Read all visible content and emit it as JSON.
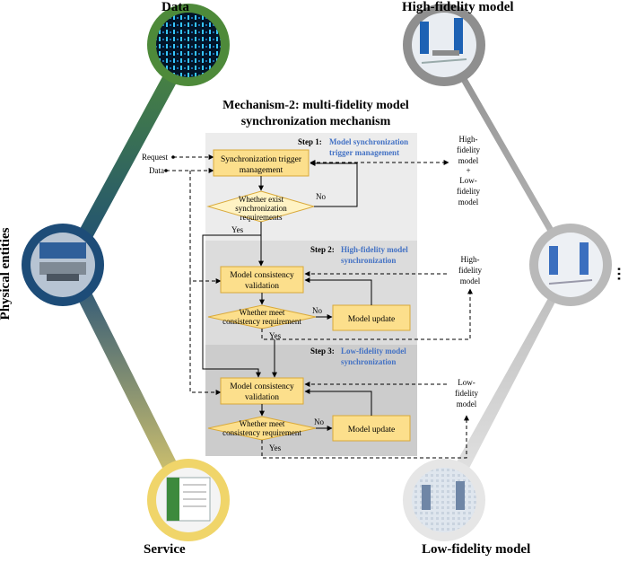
{
  "corners": {
    "data": "Data",
    "high_fidelity": "High-fidelity model",
    "physical": "Physical entities",
    "service": "Service",
    "low_fidelity": "Low-fidelity model",
    "ellipsis": "⋯"
  },
  "mechanism": {
    "title_line1": "Mechanism-2: multi-fidelity model",
    "title_line2": "synchronization mechanism"
  },
  "steps": {
    "step1_prefix": "Step 1:",
    "step1_line1": "Model synchronization",
    "step1_line2": "trigger management",
    "step2_prefix": "Step 2:",
    "step2_line1": "High-fidelity model",
    "step2_line2": "synchronization",
    "step3_prefix": "Step 3:",
    "step3_line1": "Low-fidelity model",
    "step3_line2": "synchronization"
  },
  "inputs": {
    "request": "Request",
    "data": "Data"
  },
  "boxes": {
    "sync_trigger_line1": "Synchronization trigger",
    "sync_trigger_line2": "management",
    "exist_line1": "Whether exist",
    "exist_line2": "synchronization",
    "exist_line3": "requirements",
    "consistency_line1": "Model consistency",
    "consistency_line2": "validation",
    "meet_line1": "Whether meet",
    "meet_line2": "consistency requirement",
    "model_update": "Model update"
  },
  "decisions": {
    "yes": "Yes",
    "no": "No"
  },
  "right_labels": {
    "both": [
      "High-",
      "fidelity",
      "model",
      "+",
      "Low-",
      "fidelity",
      "model"
    ],
    "high": [
      "High-",
      "fidelity",
      "model"
    ],
    "low": [
      "Low-",
      "fidelity",
      "model"
    ]
  },
  "colors": {
    "data_ring": "#4e8a3a",
    "high_ring": "#8f8f8f",
    "physical_ring": "#1d4c78",
    "service_ring": "#f0d56a",
    "low_ring": "#e6e6e6",
    "right_ring": "#b9b9b9",
    "box_fill": "#fcdf8c",
    "box_stroke": "#d9a93a",
    "step_text": "#4472c4",
    "panel1": "#ececec",
    "panel2": "#dcdcdc",
    "panel3": "#cccccc"
  },
  "icons": {
    "data": "binary-matrix-icon",
    "high": "factory-3d-model-icon",
    "physical": "factory-photo-icon",
    "service": "software-screen-icon",
    "low": "low-poly-model-icon"
  }
}
